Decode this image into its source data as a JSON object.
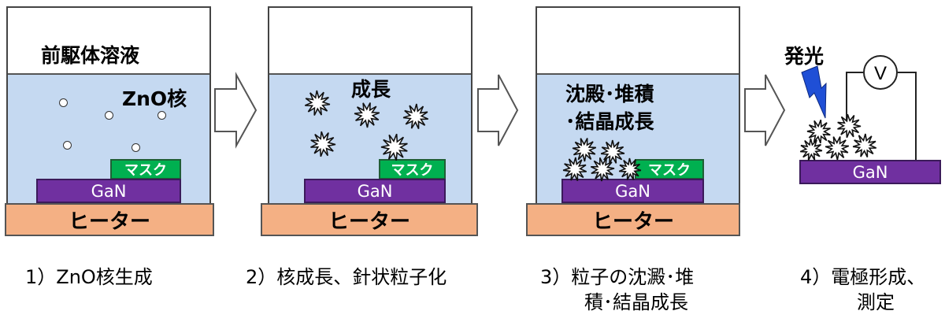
{
  "panel1": {
    "solution_label": "前駆体溶液",
    "nuclei_label": "ZnO核",
    "mask_label": "マスク",
    "gan_label": "GaN",
    "heater_label": "ヒーター",
    "step_caption": "1）ZnO核生成"
  },
  "panel2": {
    "growth_label": "成長",
    "mask_label": "マスク",
    "gan_label": "GaN",
    "heater_label": "ヒーター",
    "step_caption": "2）核成長、針状粒子化"
  },
  "panel3": {
    "deposit_label_line1": "沈殿･堆積",
    "deposit_label_line2": "･結晶成長",
    "mask_label": "マスク",
    "gan_label": "GaN",
    "heater_label": "ヒーター",
    "step_caption_line1": "3）粒子の沈澱･堆",
    "step_caption_line2": "積･結晶成長"
  },
  "panel4": {
    "emission_label": "発光",
    "voltmeter_label": "V",
    "gan_label": "GaN",
    "step_caption_line1": "4）電極形成、",
    "step_caption_line2": "測定"
  },
  "colors": {
    "liquid": "#c5d9f1",
    "gan": "#7030a0",
    "mask": "#00b050",
    "heater": "#f4b084",
    "lightning": "#1f4fd6"
  }
}
